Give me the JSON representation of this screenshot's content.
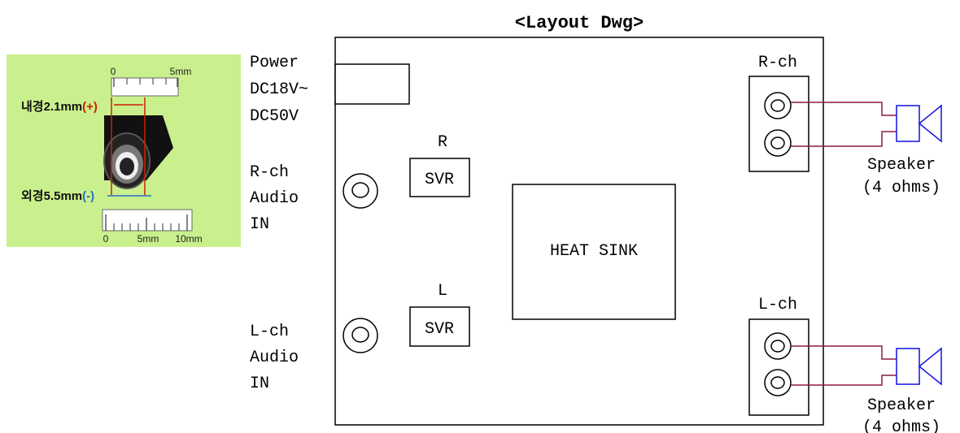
{
  "title": "<Layout Dwg>",
  "photo": {
    "label_inner": "내경2.1mm",
    "label_inner_sign": "(+)",
    "label_outer": "외경5.5mm",
    "label_outer_sign": "(-)",
    "top_ruler_start": "0",
    "top_ruler_end": "5mm",
    "bottom_ruler_0": "0",
    "bottom_ruler_5": "5mm",
    "bottom_ruler_10": "10mm",
    "bg_color": "#c9f08c"
  },
  "power": {
    "line1": "Power",
    "line2": "DC18V~",
    "line3": "DC50V"
  },
  "r_input": {
    "line1": "R-ch",
    "line2": "Audio",
    "line3": "IN"
  },
  "l_input": {
    "line1": "L-ch",
    "line2": "Audio",
    "line3": "IN"
  },
  "svr_r": {
    "channel": "R",
    "label": "SVR"
  },
  "svr_l": {
    "channel": "L",
    "label": "SVR"
  },
  "heatsink": "HEAT SINK",
  "r_out": "R-ch",
  "l_out": "L-ch",
  "speaker_r": {
    "line1": "Speaker",
    "line2": "(4 ohms)"
  },
  "speaker_l": {
    "line1": "Speaker",
    "line2": "(4 ohms)"
  },
  "colors": {
    "wire": "#8b1a4a",
    "speaker": "#1010e0",
    "sign": "#cc2200"
  }
}
